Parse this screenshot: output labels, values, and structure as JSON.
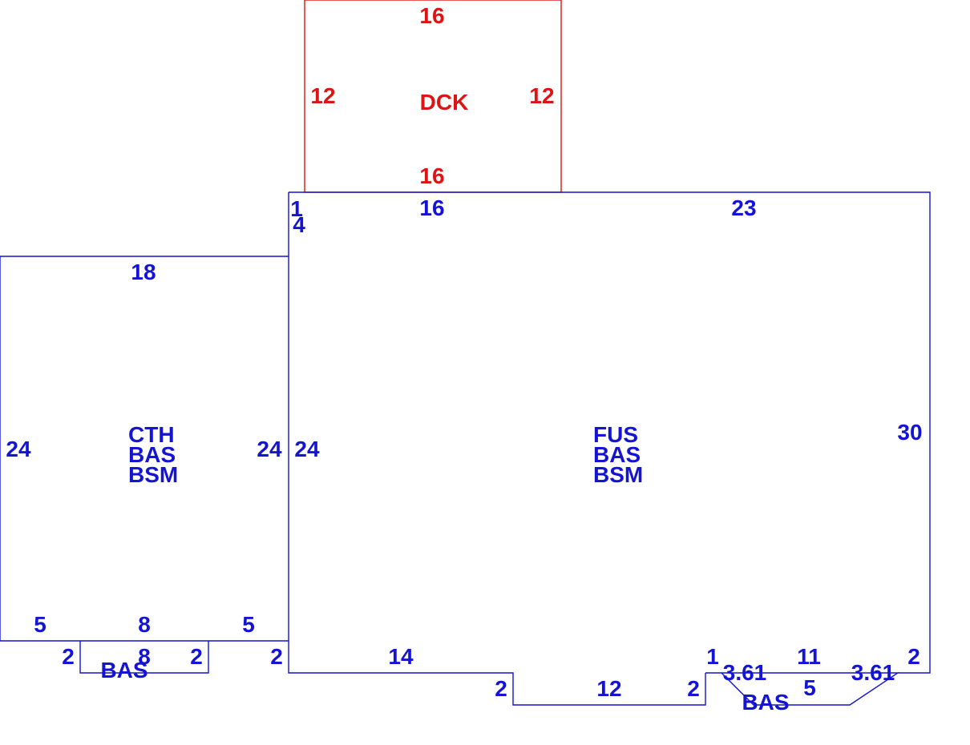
{
  "colors": {
    "building": "#1414d2",
    "deck": "#dc1414",
    "background": "#ffffff"
  },
  "deck": {
    "label": "DCK",
    "dims": {
      "top": "16",
      "left": "12",
      "right": "12",
      "bottom": "16"
    }
  },
  "main": {
    "labels": [
      "FUS",
      "BAS",
      "BSM"
    ],
    "dims": {
      "top_left_a": "1",
      "top_left_b": "4",
      "top_mid": "16",
      "top_right": "23",
      "left": "24",
      "right": "30",
      "bottom_left_step": "2",
      "bottom_left": "14",
      "notch_left": "2",
      "notch_bottom": "12",
      "notch_right": "2",
      "step_small": "1",
      "bay_top": "11",
      "bottom_right_step": "2"
    }
  },
  "west": {
    "labels": [
      "CTH",
      "BAS",
      "BSM"
    ],
    "dims": {
      "top": "18",
      "left": "24",
      "right": "24",
      "bottom_left": "5",
      "bottom_mid": "8",
      "bottom_right": "5"
    }
  },
  "west_bay": {
    "label": "BAS",
    "dims": {
      "left": "2",
      "bottom": "8",
      "right": "2"
    }
  },
  "east_bay": {
    "label": "BAS",
    "dims": {
      "diag_left": "3.61",
      "bottom": "5",
      "diag_right": "3.61"
    }
  }
}
